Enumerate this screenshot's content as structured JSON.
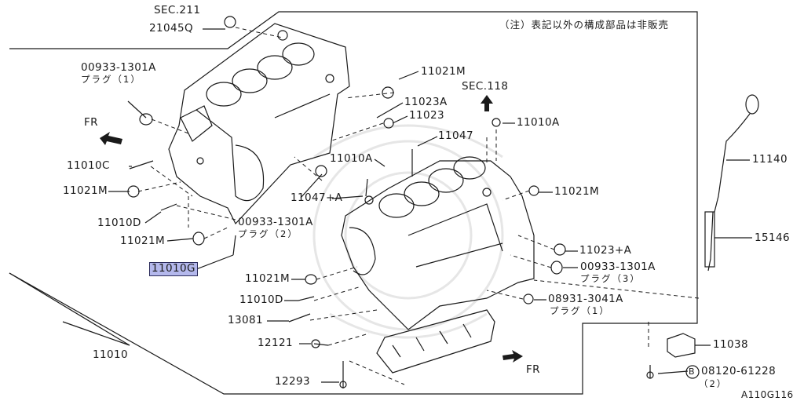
{
  "diagram": {
    "note": "（注）表記以外の構成部品は非販売",
    "diagram_id": "A110G116",
    "labels": {
      "sec211": "SEC.211",
      "p21045q": "21045Q",
      "p00933_top": "00933-1301A",
      "plug1_top": "プラグ（1）",
      "fr_left": "FR",
      "p11010c": "11010C",
      "p11021m_left": "11021M",
      "p11010d_left": "11010D",
      "p11021m_left2": "11021M",
      "p11010g": "11010G",
      "p11010": "11010",
      "p11021m_top": "11021M",
      "p11023a": "11023A",
      "p11023": "11023",
      "sec118": "SEC.118",
      "p11010a_right": "11010A",
      "p11047": "11047",
      "p11010a_mid": "11010A",
      "p11047a": "11047+A",
      "p00933_mid": "00933-1301A",
      "plug2": "プラグ（2）",
      "p11021m_right": "11021M",
      "p11140": "11140",
      "p15146": "15146",
      "p11023a_right": "11023+A",
      "p00933_right": "00933-1301A",
      "plug3": "プラグ（3）",
      "p11021m_low": "11021M",
      "p11010d_low": "11010D",
      "p08931": "08931-3041A",
      "plug1_low": "プラグ（1）",
      "p13081": "13081",
      "p12121": "12121",
      "p11038": "11038",
      "fr_right": "FR",
      "p08120": "08120-61228",
      "p08120_qty": "（2）",
      "p12293": "12293",
      "b_mark": "B"
    }
  }
}
